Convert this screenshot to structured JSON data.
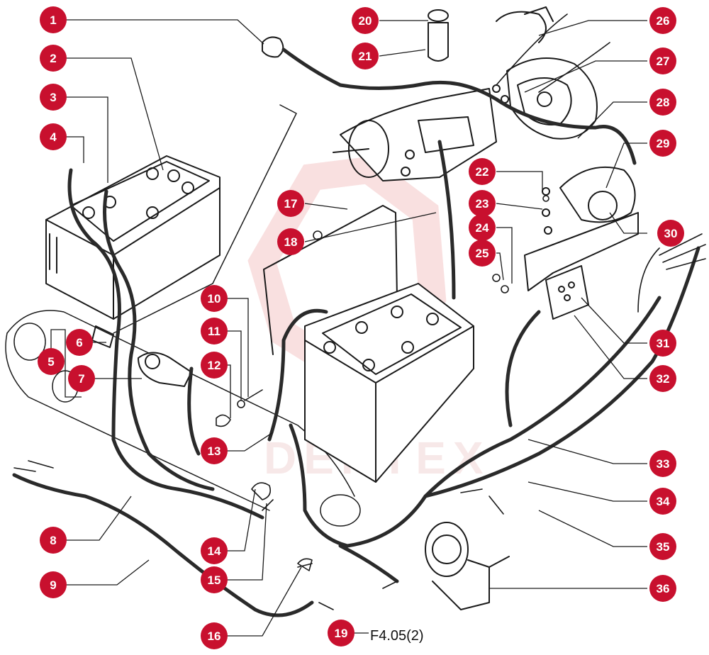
{
  "watermark": {
    "text": "DEHTEX",
    "color": "#f4c6c6"
  },
  "figure_ref": "F4.05(2)",
  "colors": {
    "badge": "#c8102e",
    "badge_text": "#ffffff",
    "line": "#1a1a1a",
    "paper": "#ffffff"
  },
  "callouts": [
    {
      "id": "1",
      "label": "1"
    },
    {
      "id": "2",
      "label": "2"
    },
    {
      "id": "3",
      "label": "3"
    },
    {
      "id": "4",
      "label": "4"
    },
    {
      "id": "5",
      "label": "5"
    },
    {
      "id": "6",
      "label": "6"
    },
    {
      "id": "7",
      "label": "7"
    },
    {
      "id": "8",
      "label": "8"
    },
    {
      "id": "9",
      "label": "9"
    },
    {
      "id": "10",
      "label": "10"
    },
    {
      "id": "11",
      "label": "11"
    },
    {
      "id": "12",
      "label": "12"
    },
    {
      "id": "13",
      "label": "13"
    },
    {
      "id": "14",
      "label": "14"
    },
    {
      "id": "15",
      "label": "15"
    },
    {
      "id": "16",
      "label": "16"
    },
    {
      "id": "17",
      "label": "17"
    },
    {
      "id": "18",
      "label": "18"
    },
    {
      "id": "19",
      "label": "19"
    },
    {
      "id": "20",
      "label": "20"
    },
    {
      "id": "21",
      "label": "21"
    },
    {
      "id": "22",
      "label": "22"
    },
    {
      "id": "23",
      "label": "23"
    },
    {
      "id": "24",
      "label": "24"
    },
    {
      "id": "25",
      "label": "25"
    },
    {
      "id": "26",
      "label": "26"
    },
    {
      "id": "27",
      "label": "27"
    },
    {
      "id": "28",
      "label": "28"
    },
    {
      "id": "29",
      "label": "29"
    },
    {
      "id": "30",
      "label": "30"
    },
    {
      "id": "31",
      "label": "31"
    },
    {
      "id": "32",
      "label": "32"
    },
    {
      "id": "33",
      "label": "33"
    },
    {
      "id": "34",
      "label": "34"
    },
    {
      "id": "35",
      "label": "35"
    },
    {
      "id": "36",
      "label": "36"
    }
  ]
}
